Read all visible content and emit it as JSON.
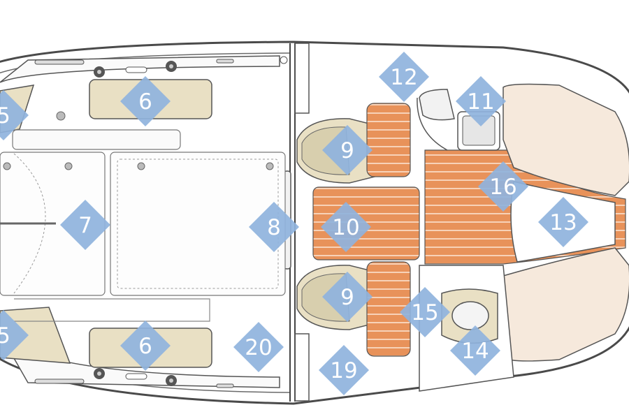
{
  "diagram": {
    "labels": [
      {
        "id": "aft-port",
        "text": "5"
      },
      {
        "id": "aft-stbd",
        "text": "5"
      },
      {
        "id": "sunpad-port",
        "text": "6"
      },
      {
        "id": "sunpad-stbd",
        "text": "6"
      },
      {
        "id": "cockpit",
        "text": "7"
      },
      {
        "id": "windscreen",
        "text": "8"
      },
      {
        "id": "seat-port",
        "text": "9"
      },
      {
        "id": "seat-stbd",
        "text": "9"
      },
      {
        "id": "helm-deck",
        "text": "10"
      },
      {
        "id": "galley",
        "text": "11"
      },
      {
        "id": "deck-fwd",
        "text": "12"
      },
      {
        "id": "bow-cushion",
        "text": "13"
      },
      {
        "id": "head",
        "text": "14"
      },
      {
        "id": "locker",
        "text": "15"
      },
      {
        "id": "fwd-deck",
        "text": "16"
      },
      {
        "id": "sidedeck",
        "text": "19"
      },
      {
        "id": "aft-sidedeck",
        "text": "20"
      }
    ]
  },
  "colors": {
    "marker": "#8fb3dd",
    "teak": "#e8925a",
    "teakLine": "#fbe3cf",
    "cushion": "#f6e9dc",
    "sunpad": "#e9e0c4",
    "outline": "#4a4a4a",
    "hull": "#ffffff"
  }
}
